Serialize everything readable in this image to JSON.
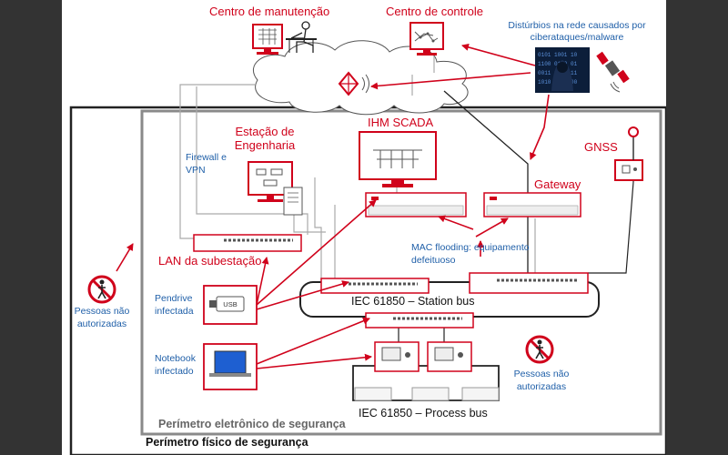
{
  "labels": {
    "maintenance_center": "Centro de manutenção",
    "control_center": "Centro de controle",
    "cyberattacks": "Distúrbios na rede causados por ciberataques/malware",
    "engineering_station": "Estação de Engenharia",
    "scada_hmi": "IHM SCADA",
    "gnss": "GNSS",
    "gateway": "Gateway",
    "firewall_vpn": "Firewall e VPN",
    "lan": "LAN da subestação",
    "mac_flooding": "MAC flooding: equipamento defeituoso",
    "station_bus": "IEC 61850 – Station bus",
    "process_bus": "IEC 61850 – Process bus",
    "pendrive": "Pendrive infectada",
    "notebook": "Notebook infectado",
    "unauthorized_left": "Pessoas não autorizadas",
    "unauthorized_right": "Pessoas não autorizadas",
    "electronic_perimeter": "Perímetro eletrônico de segurança",
    "physical_perimeter": "Perímetro físico de segurança",
    "usb_text": "USB"
  },
  "colors": {
    "accent": "#d0021b",
    "blue_text": "#1f5fa8",
    "frame": "#8a8a8a",
    "sidebar": "#333333"
  }
}
